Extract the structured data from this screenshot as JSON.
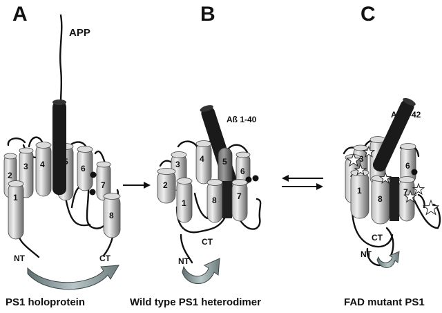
{
  "panels": [
    {
      "letter": "A",
      "peptide": "APP",
      "caption": "PS1 holoprotein",
      "nt": "NT",
      "ct": "CT"
    },
    {
      "letter": "B",
      "peptide": "Aß 1-40",
      "caption": "Wild type PS1 heterodimer",
      "nt": "NT",
      "ct": "CT"
    },
    {
      "letter": "C",
      "peptide": "Aß 1-42",
      "caption": "FAD mutant PS1",
      "nt": "NT",
      "ct": "CT"
    }
  ],
  "helix_numbers": [
    "1",
    "2",
    "3",
    "4",
    "5",
    "6",
    "7",
    "8"
  ],
  "colors": {
    "cylinder_light": "#e6e6e6",
    "cylinder_mid": "#a9a9a9",
    "cylinder_dark": "#555555",
    "app": "#111111",
    "arrow_light": "#b9c7c9",
    "arrow_dark": "#5e6e70",
    "star": "#ffffff"
  }
}
